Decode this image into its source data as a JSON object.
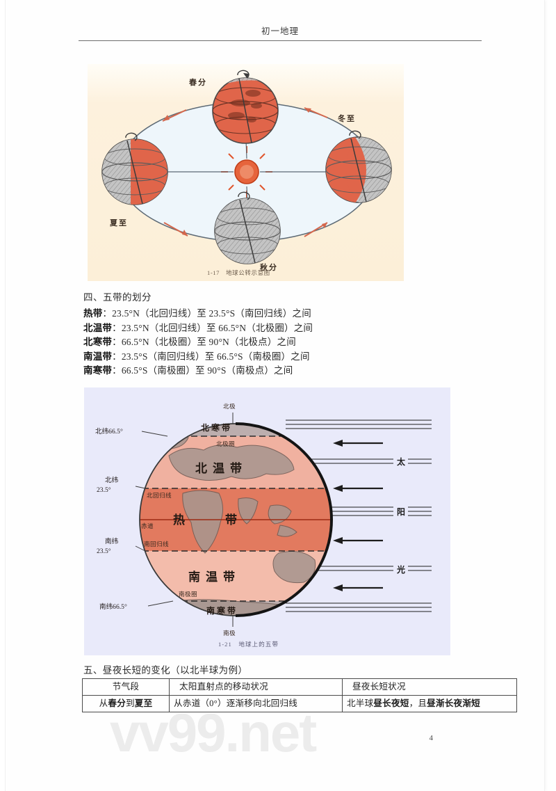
{
  "document": {
    "running_head": "初一地理",
    "page_number": "4",
    "watermark": "vv99.net"
  },
  "figure_revolution": {
    "caption_number": "1-17",
    "caption_text": "地球公转示意图",
    "labels": {
      "spring_equinox": "春分",
      "summer_solstice": "夏至",
      "autumn_equinox": "秋分",
      "winter_solstice": "冬至"
    },
    "background_color": "#fcefd8",
    "earth_lit_color": "#e0654a",
    "earth_dark_color": "#b7b7b7",
    "sun_color": "#e4552f",
    "orbit_color": "#5a6570",
    "arrow_color": "#d4674c"
  },
  "section_four": {
    "heading": "四、五带的划分",
    "rows": [
      {
        "name": "热带",
        "text": "23.5°N（北回归线）至 23.5°S（南回归线）之间"
      },
      {
        "name": "北温带",
        "text": "23.5°N（北回归线）至 66.5°N（北极圈）之间"
      },
      {
        "name": "北寒带",
        "text": "66.5°N（北极圈）至 90°N（北极点）之间"
      },
      {
        "name": "南温带",
        "text": "23.5°S（南回归线）至 66.5°S（南极圈）之间"
      },
      {
        "name": "南寒带",
        "text": "66.5°S（南极圈）至 90°S（南极点）之间"
      }
    ]
  },
  "figure_zones": {
    "caption_number": "1-21",
    "caption_text": "地球上的五带",
    "background_color": "#e9eafa",
    "zone_names": {
      "north_frigid": "北寒带",
      "north_temperate": "北温带",
      "torrid": "热　　带",
      "south_temperate": "南温带",
      "south_frigid": "南寒带"
    },
    "line_labels": {
      "north_pole": "北极",
      "south_pole": "南极",
      "arctic_circle": "北极圈",
      "antarctic_circle": "南极圈",
      "tropic_cancer": "北回归线",
      "tropic_capricorn": "南回归线",
      "equator": "赤道"
    },
    "latitudes": {
      "north_665": "北纬66.5°",
      "north_235_a": "北纬",
      "north_235_b": "23.5°",
      "south_235_a": "南纬",
      "south_235_b": "23.5°",
      "south_665": "南纬66.5°"
    },
    "sunlight_chars": [
      "太",
      "阳",
      "光"
    ],
    "colors": {
      "torrid": "#e27a5f",
      "temperate": "#f0b1a0",
      "frigid": "#bcaeae",
      "outline": "#2b2b2b"
    }
  },
  "section_five": {
    "heading": "五、昼夜长短的变化（以北半球为例）",
    "table": {
      "headers": [
        "节气段",
        "太阳直射点的移动状况",
        "昼夜长短状况"
      ],
      "rows": [
        {
          "period_prefix": "从",
          "period_bold_a": "春分",
          "period_mid": "到",
          "period_bold_b": "夏至",
          "movement": "从赤道（0°）逐渐移向北回归线",
          "dn_prefix": "北半球",
          "dn_bold_a": "昼长夜短",
          "dn_mid": "，且",
          "dn_bold_b": "昼渐长夜渐短"
        }
      ]
    }
  }
}
